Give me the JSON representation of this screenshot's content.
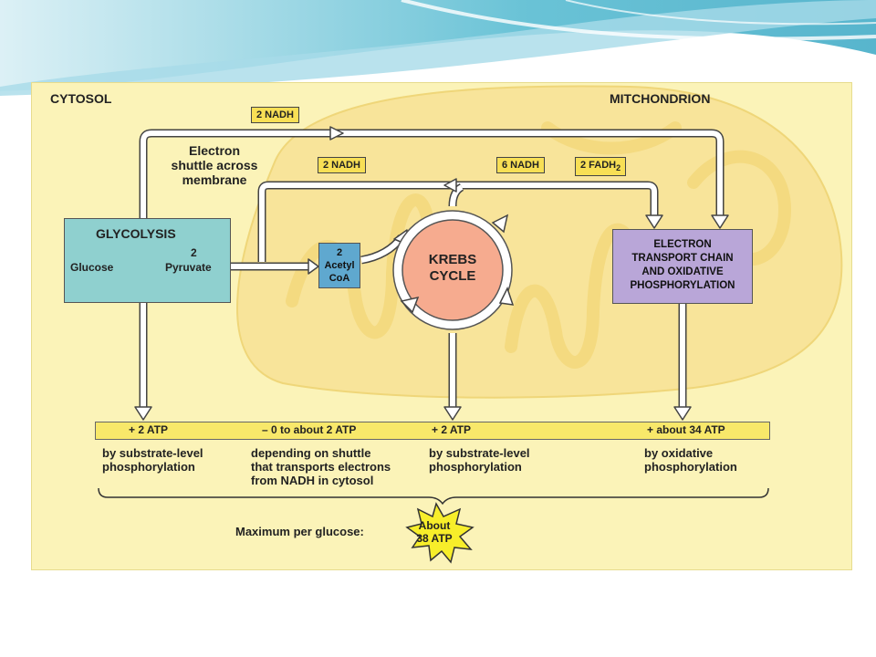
{
  "labels": {
    "cytosol": "CYTOSOL",
    "mitochondrion": "MITCHONDRION"
  },
  "shuttle_note": {
    "line1": "Electron",
    "line2": "shuttle across",
    "line3": "membrane"
  },
  "tags": {
    "top_nadh": "2 NADH",
    "acetyl_nadh": "2 NADH",
    "krebs_nadh": "6 NADH",
    "krebs_fadh_prefix": "2 FADH",
    "krebs_fadh_sub": "2"
  },
  "glycolysis": {
    "title": "GLYCOLYSIS",
    "input": "Glucose",
    "output_num": "2",
    "output": "Pyruvate"
  },
  "acetyl": {
    "line1": "2",
    "line2": "Acetyl",
    "line3": "CoA"
  },
  "krebs": {
    "line1": "KREBS",
    "line2": "CYCLE"
  },
  "etc": {
    "line1": "ELECTRON",
    "line2": "TRANSPORT CHAIN",
    "line3": "AND OXIDATIVE",
    "line4": "PHOSPHORYLATION"
  },
  "atp_bar": {
    "glycolysis": "+ 2  ATP",
    "shuttle": "– 0 to about 2 ATP",
    "krebs": "+ 2  ATP",
    "oxidative": "+ about 34  ATP"
  },
  "atp_notes": {
    "glycolysis": [
      "by substrate-level",
      "phosphorylation"
    ],
    "shuttle": [
      "depending on shuttle",
      "that transports electrons",
      "from NADH in cytosol"
    ],
    "krebs": [
      "by substrate-level",
      "phosphorylation"
    ],
    "oxidative": [
      "by oxidative",
      "phosphorylation"
    ]
  },
  "maximum": {
    "label": "Maximum per glucose:",
    "line1": "About",
    "line2": "38 ATP"
  },
  "colors": {
    "panel": "#fbf3b8",
    "mitochondrion": "#f8e49a",
    "glycolysis": "#8fd0cf",
    "acetyl": "#5fa8cf",
    "krebs": "#f6ab8f",
    "etc": "#b9a6d8",
    "atp_bar": "#f8e86a",
    "star": "#f7ee2a"
  }
}
